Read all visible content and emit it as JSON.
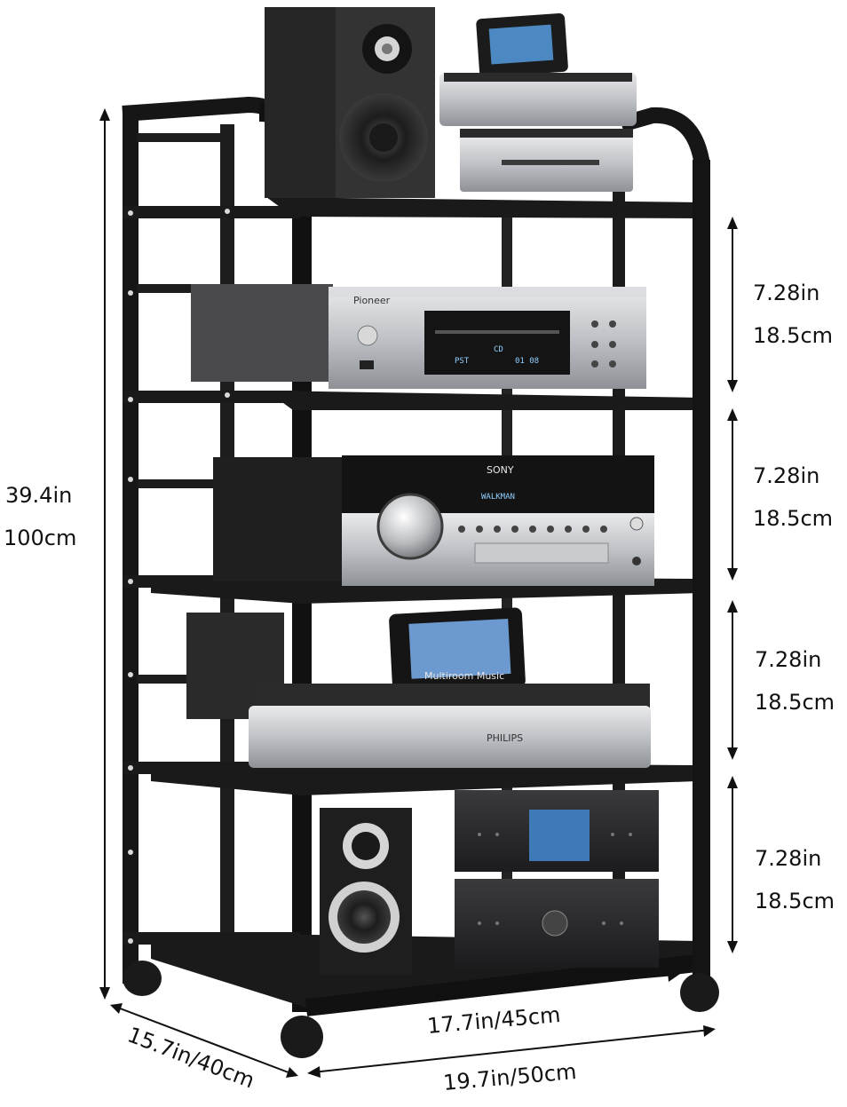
{
  "dimensions": {
    "height": {
      "in": "39.4in",
      "cm": "100cm"
    },
    "shelf_gaps": [
      {
        "in": "7.28in",
        "cm": "18.5cm"
      },
      {
        "in": "7.28in",
        "cm": "18.5cm"
      },
      {
        "in": "7.28in",
        "cm": "18.5cm"
      },
      {
        "in": "7.28in",
        "cm": "18.5cm"
      }
    ],
    "inner_width": "17.7in/45cm",
    "outer_width": "19.7in/50cm",
    "depth": "15.7in/40cm"
  },
  "devices": {
    "cd_player_brand": "Pioneer",
    "amplifier_brand": "SONY",
    "amplifier_display": "WALKMAN",
    "streamer_brand": "PHILIPS",
    "streamer_screen": "Multiroom Music",
    "cd_display": "CD",
    "cd_display_sub": "01 08",
    "cd_display_left": "PST"
  },
  "colors": {
    "frame": "#141414",
    "silver": "#b9bcc0",
    "background": "#ffffff"
  }
}
